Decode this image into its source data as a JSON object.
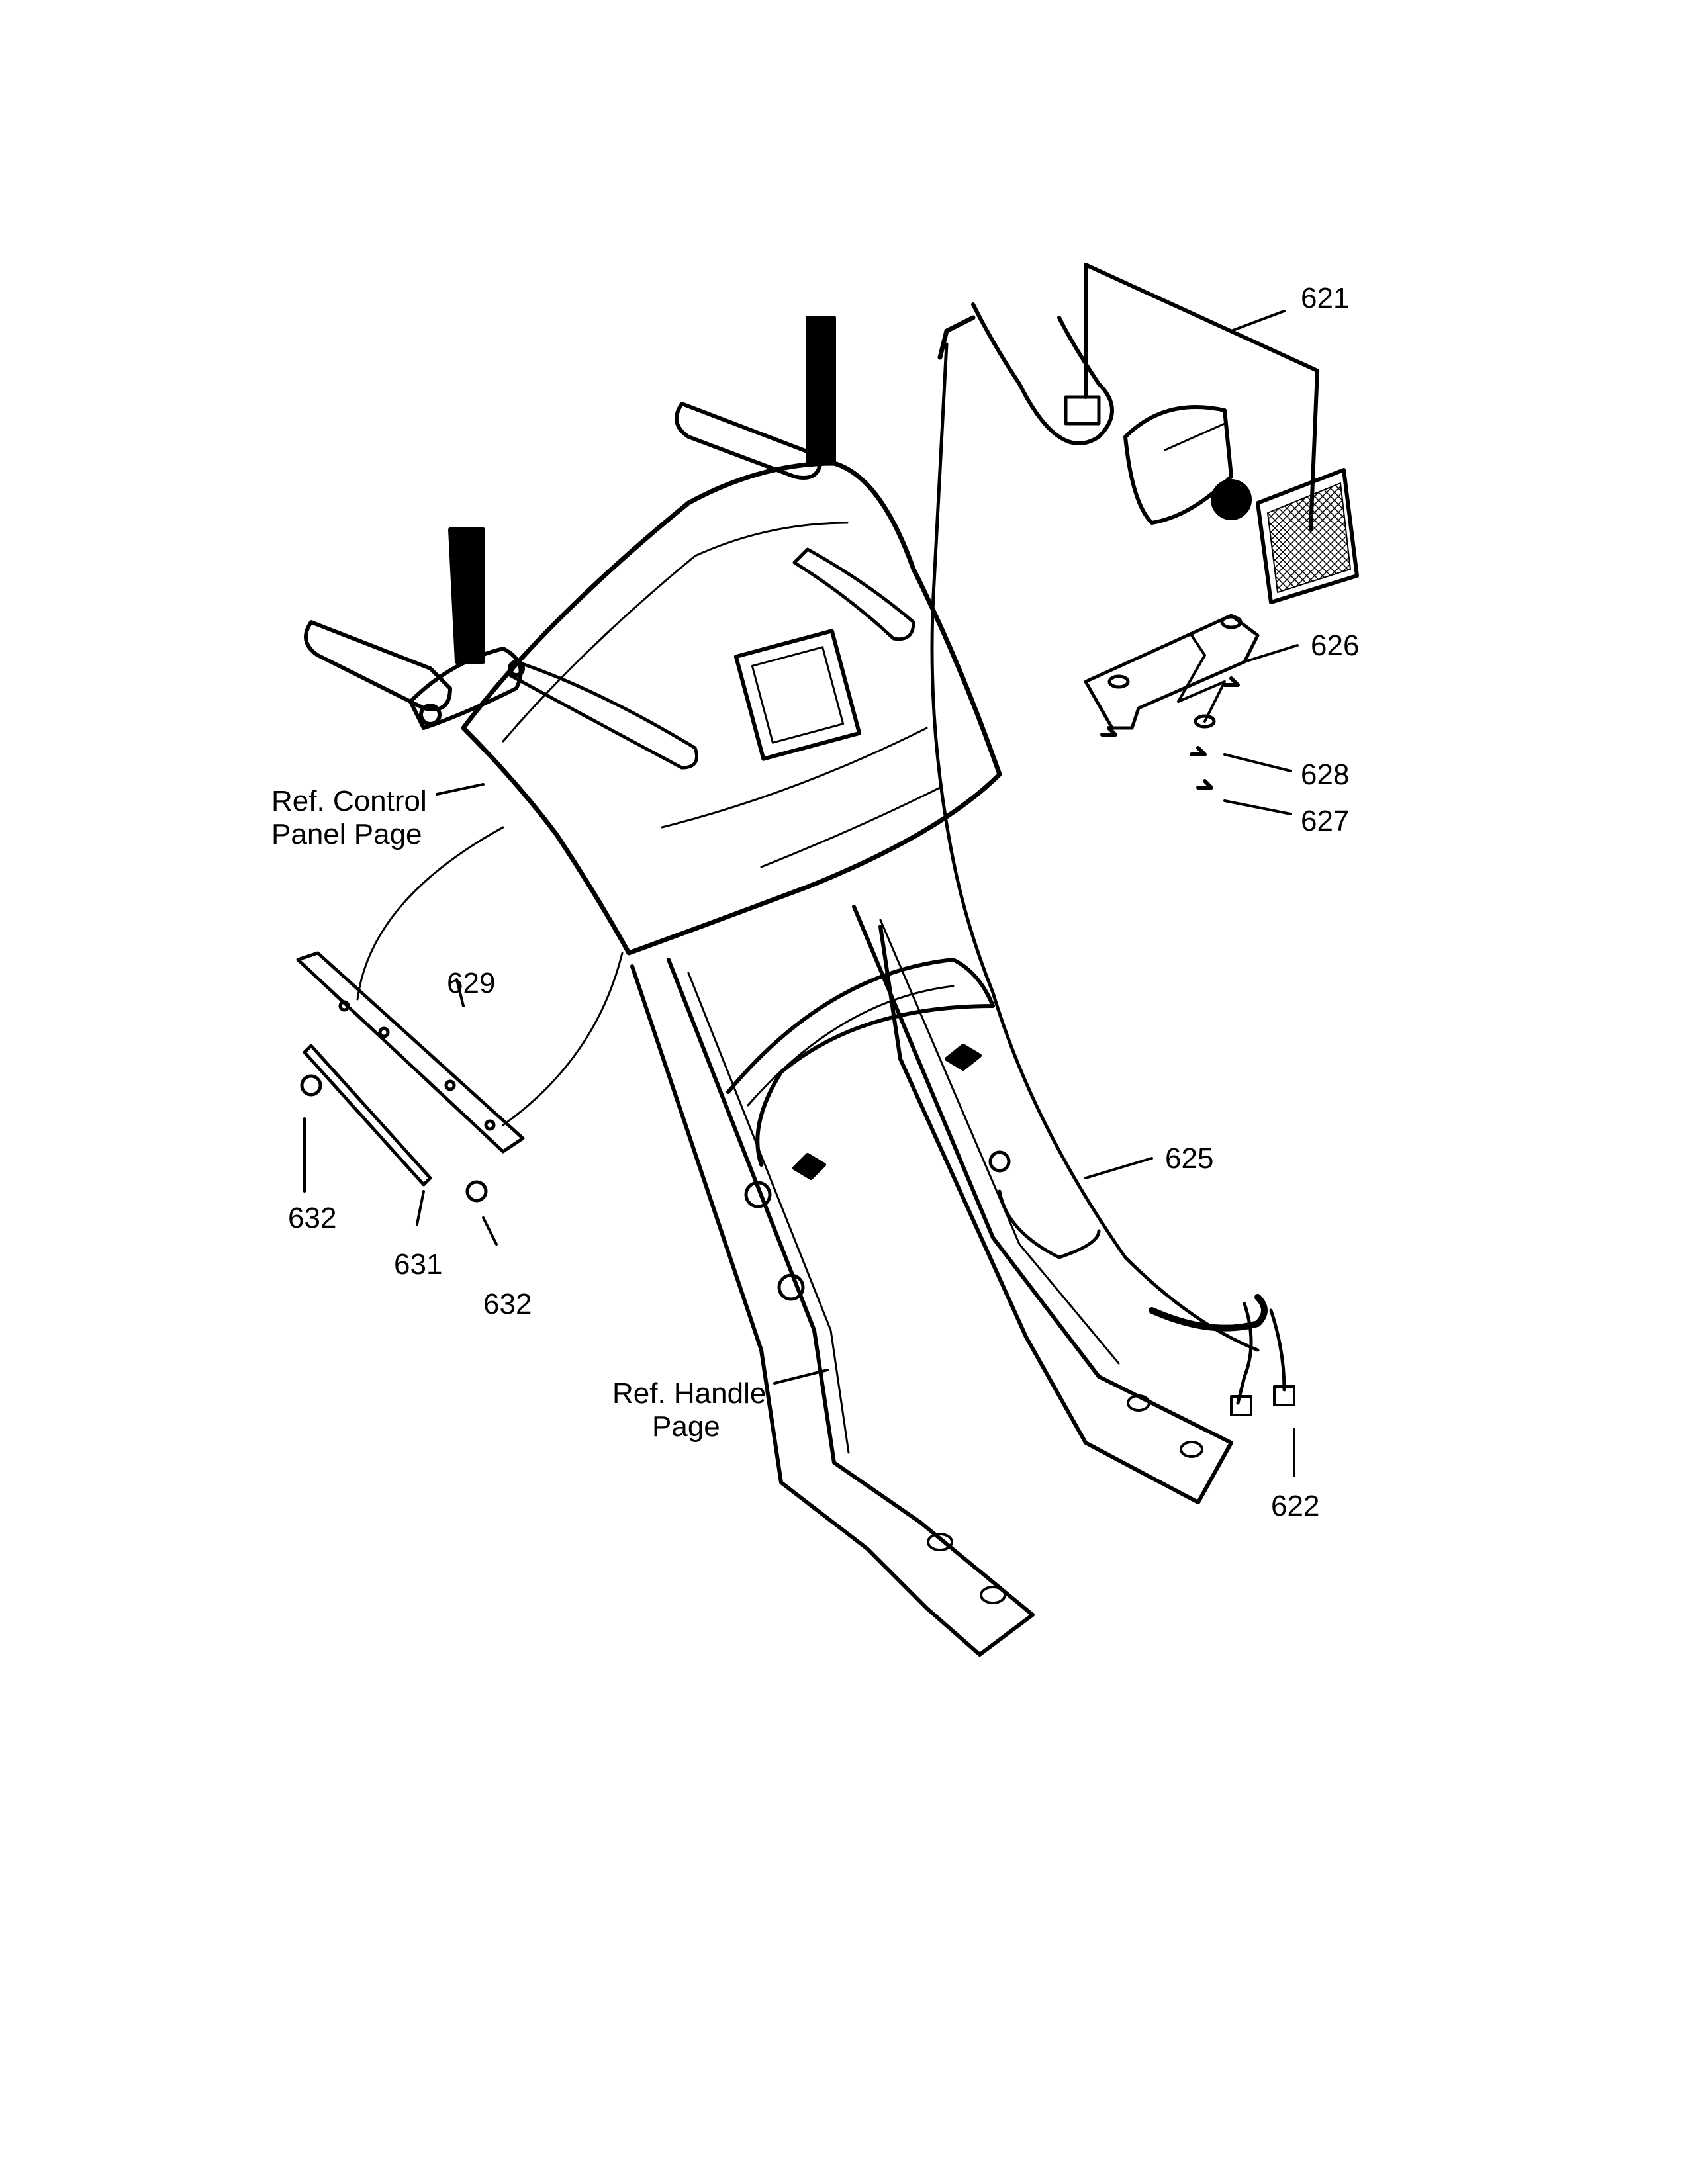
{
  "labels": {
    "ref_control_panel_line1": "Ref. Control",
    "ref_control_panel_line2": "Panel Page",
    "ref_handle_line1": "Ref. Handle",
    "ref_handle_line2": "Page"
  },
  "parts": {
    "p621": "621",
    "p622": "622",
    "p625": "625",
    "p626": "626",
    "p627": "627",
    "p628": "628",
    "p629": "629",
    "p631": "631",
    "p632_left": "632",
    "p632_right": "632"
  }
}
